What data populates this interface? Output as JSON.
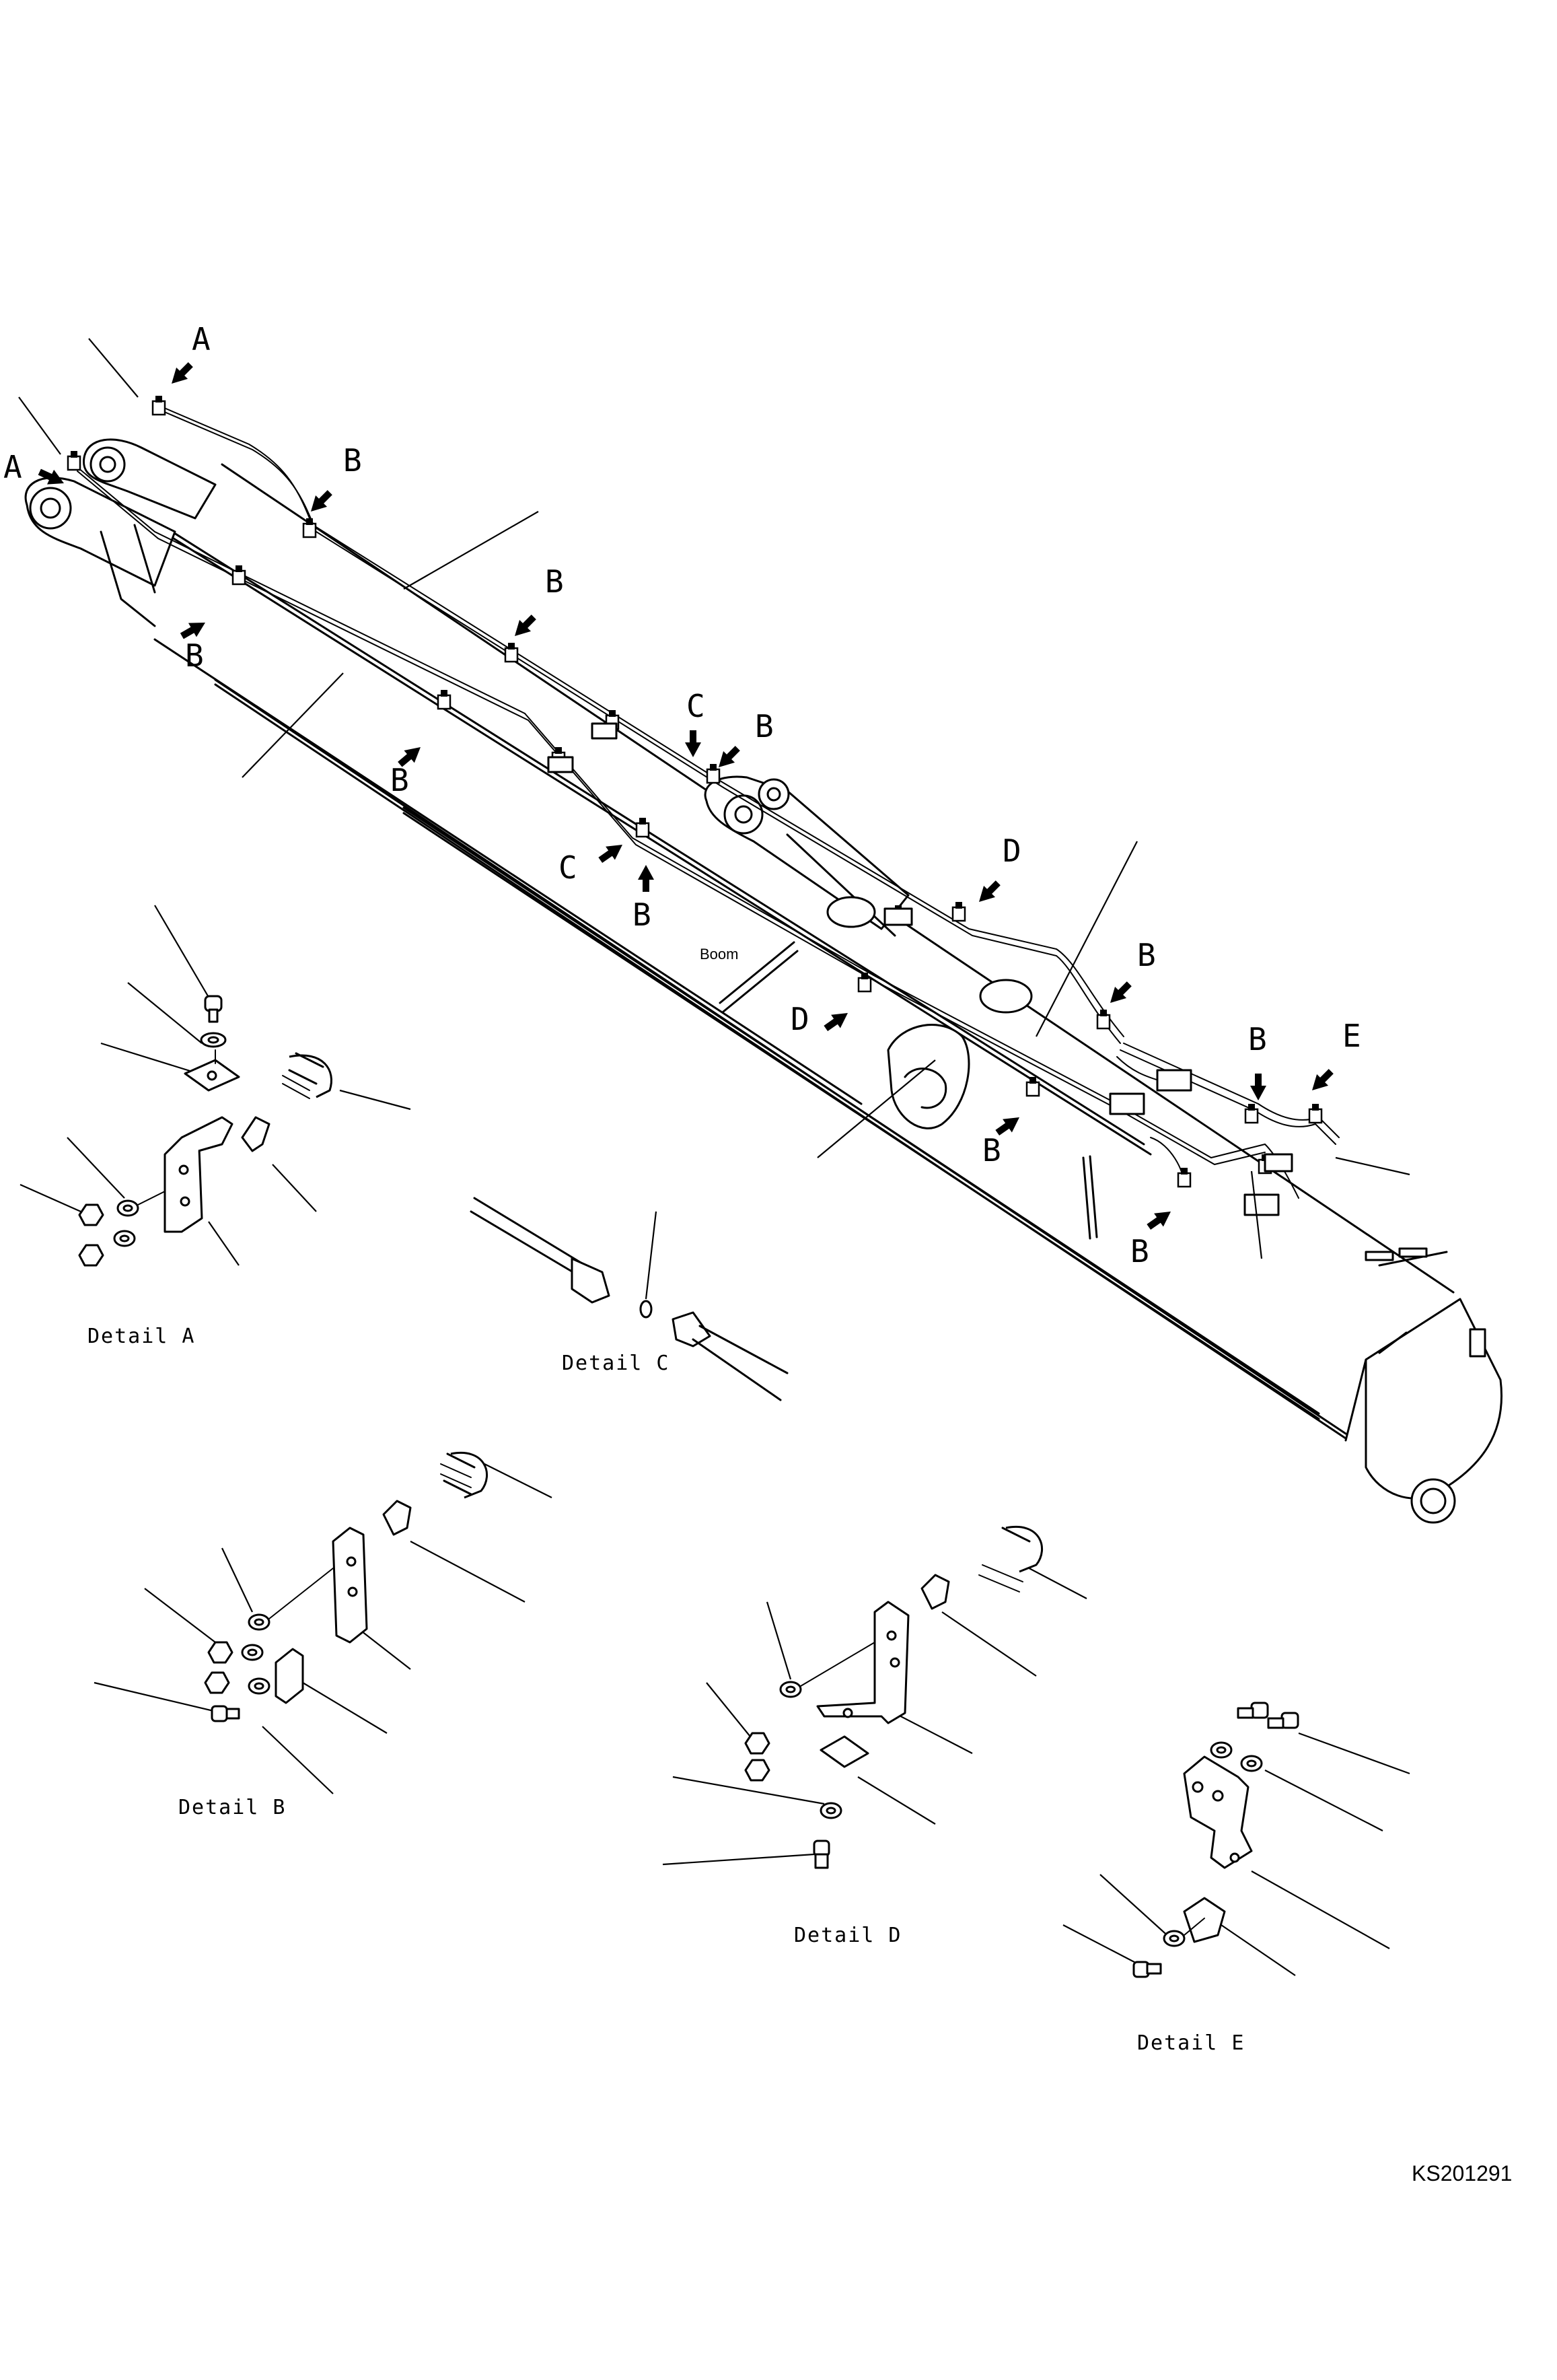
{
  "boom_label": "Boom",
  "callouts": {
    "a": "A",
    "b": "B",
    "c": "C",
    "d": "D",
    "e": "E"
  },
  "details": {
    "a": "Detail A",
    "b": "Detail B",
    "c": "Detail C",
    "d": "Detail D",
    "e": "Detail E"
  },
  "drawing_code": "KS201291"
}
